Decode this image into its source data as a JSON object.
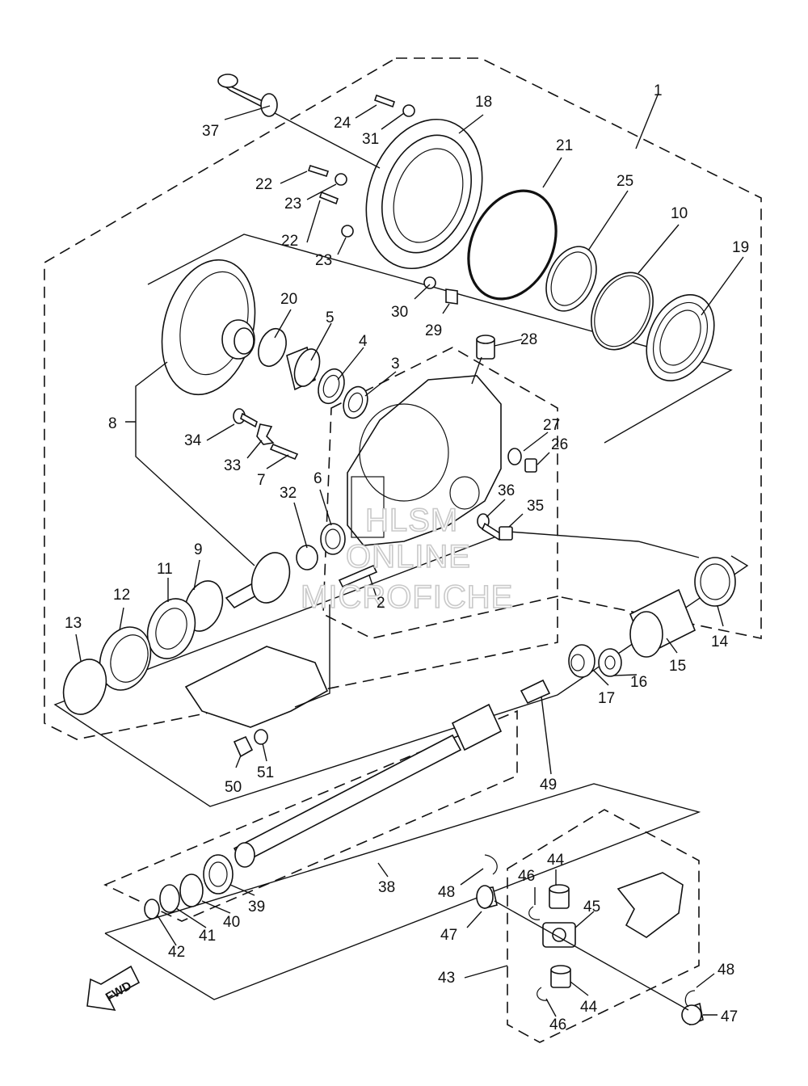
{
  "callouts": [
    {
      "id": "c1",
      "text": "1"
    },
    {
      "id": "c2",
      "text": "2"
    },
    {
      "id": "c3",
      "text": "3"
    },
    {
      "id": "c4",
      "text": "4"
    },
    {
      "id": "c5",
      "text": "5"
    },
    {
      "id": "c6",
      "text": "6"
    },
    {
      "id": "c7",
      "text": "7"
    },
    {
      "id": "c8",
      "text": "8"
    },
    {
      "id": "c9",
      "text": "9"
    },
    {
      "id": "c10",
      "text": "10"
    },
    {
      "id": "c11",
      "text": "11"
    },
    {
      "id": "c12",
      "text": "12"
    },
    {
      "id": "c13",
      "text": "13"
    },
    {
      "id": "c14",
      "text": "14"
    },
    {
      "id": "c15",
      "text": "15"
    },
    {
      "id": "c16",
      "text": "16"
    },
    {
      "id": "c17",
      "text": "17"
    },
    {
      "id": "c18",
      "text": "18"
    },
    {
      "id": "c19",
      "text": "19"
    },
    {
      "id": "c20",
      "text": "20"
    },
    {
      "id": "c21",
      "text": "21"
    },
    {
      "id": "c22a",
      "text": "22"
    },
    {
      "id": "c22b",
      "text": "22"
    },
    {
      "id": "c23a",
      "text": "23"
    },
    {
      "id": "c23b",
      "text": "23"
    },
    {
      "id": "c24",
      "text": "24"
    },
    {
      "id": "c25",
      "text": "25"
    },
    {
      "id": "c26",
      "text": "26"
    },
    {
      "id": "c27",
      "text": "27"
    },
    {
      "id": "c28",
      "text": "28"
    },
    {
      "id": "c29",
      "text": "29"
    },
    {
      "id": "c30",
      "text": "30"
    },
    {
      "id": "c31",
      "text": "31"
    },
    {
      "id": "c32",
      "text": "32"
    },
    {
      "id": "c33",
      "text": "33"
    },
    {
      "id": "c34",
      "text": "34"
    },
    {
      "id": "c35",
      "text": "35"
    },
    {
      "id": "c36",
      "text": "36"
    },
    {
      "id": "c37",
      "text": "37"
    },
    {
      "id": "c38",
      "text": "38"
    },
    {
      "id": "c39",
      "text": "39"
    },
    {
      "id": "c40",
      "text": "40"
    },
    {
      "id": "c41",
      "text": "41"
    },
    {
      "id": "c42",
      "text": "42"
    },
    {
      "id": "c43",
      "text": "43"
    },
    {
      "id": "c44a",
      "text": "44"
    },
    {
      "id": "c44b",
      "text": "44"
    },
    {
      "id": "c45",
      "text": "45"
    },
    {
      "id": "c46a",
      "text": "46"
    },
    {
      "id": "c46b",
      "text": "46"
    },
    {
      "id": "c47a",
      "text": "47"
    },
    {
      "id": "c47b",
      "text": "47"
    },
    {
      "id": "c48a",
      "text": "48"
    },
    {
      "id": "c48b",
      "text": "48"
    },
    {
      "id": "c49",
      "text": "49"
    },
    {
      "id": "c50",
      "text": "50"
    },
    {
      "id": "c51",
      "text": "51"
    }
  ],
  "fwd_label": "FWD",
  "watermark": [
    "HLSM",
    "ONLINE",
    "MICROFICHE"
  ],
  "colors": {
    "line": "#111111",
    "background": "#ffffff",
    "watermark": "#c9c9c9"
  }
}
